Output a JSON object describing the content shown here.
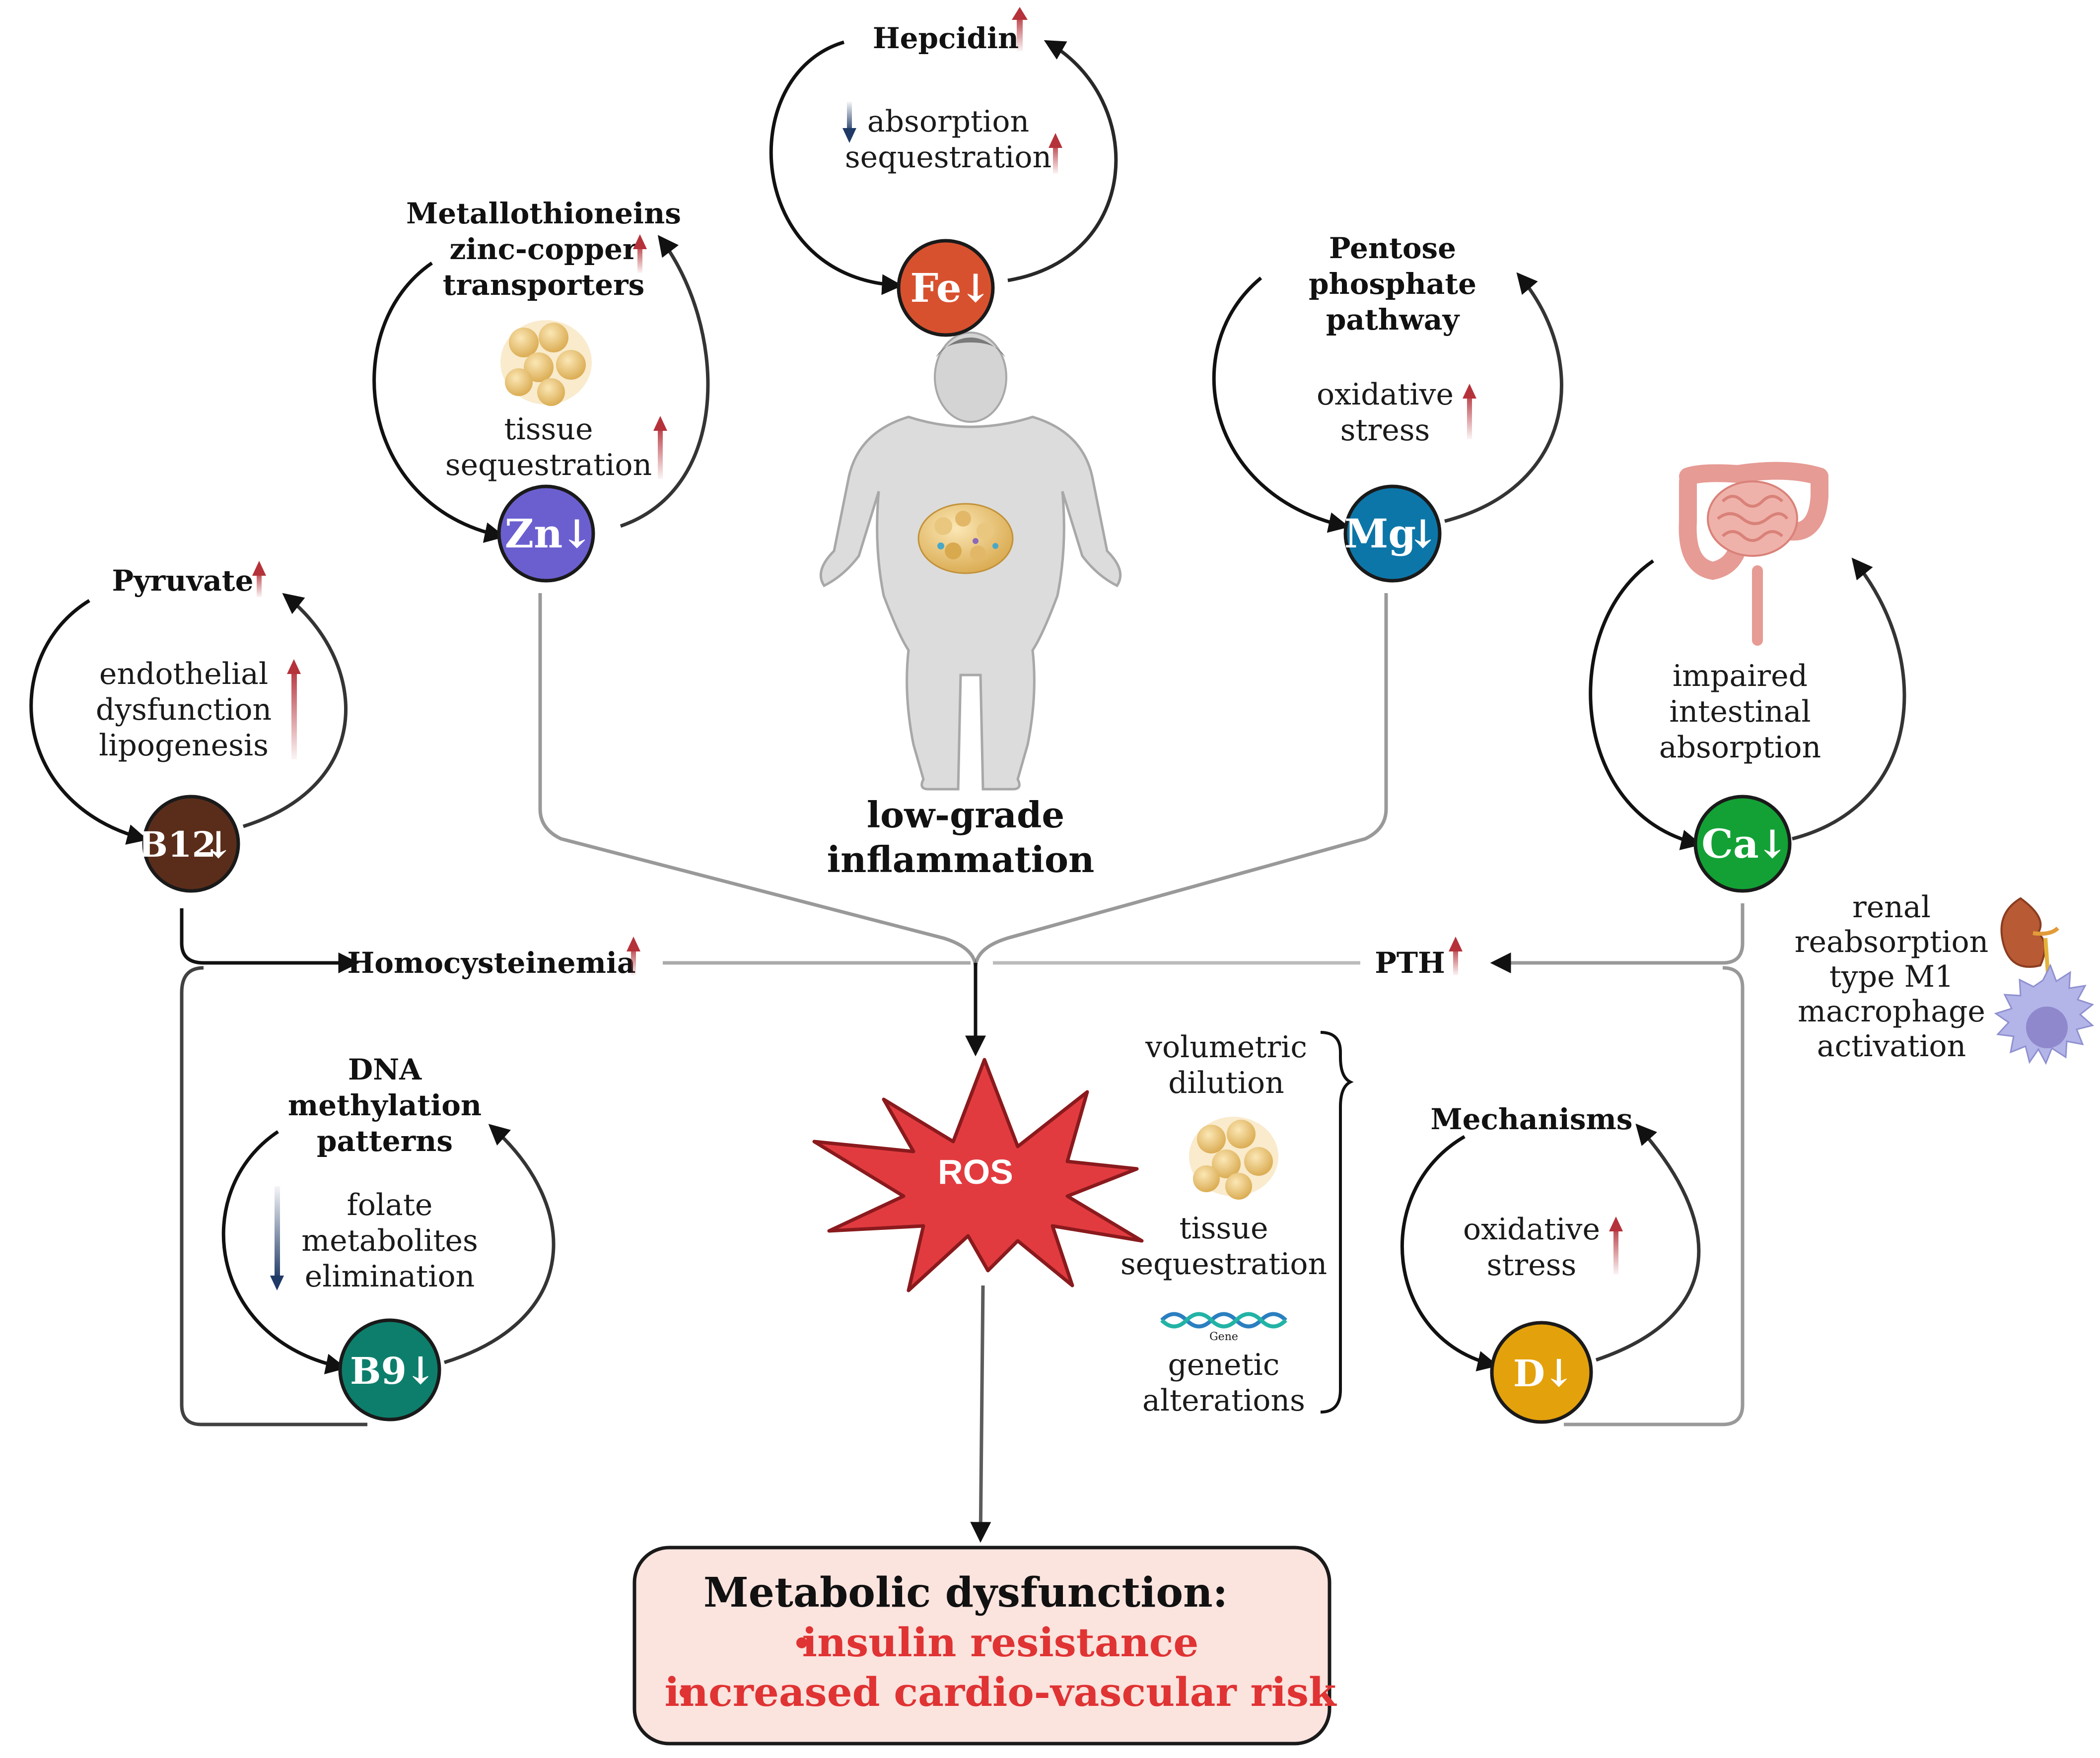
{
  "colors": {
    "up_arrow": "#b5323a",
    "down_arrow": "#1f3a66",
    "fe": "#d8512e",
    "zn": "#6b5fd0",
    "mg": "#0d76a8",
    "ca": "#13a135",
    "b12": "#5a2d1a",
    "b9": "#0d7e6c",
    "d": "#e3a10c",
    "ros": "#e13b40",
    "outcome_bg": "#fbe3de",
    "outcome_text": "#e03333"
  },
  "center": {
    "inflammation_line1": "low-grade",
    "inflammation_line2": "inflammation",
    "icon": "person-body-icon"
  },
  "nutrients": {
    "fe": {
      "label": "Fe"
    },
    "zn": {
      "label": "Zn"
    },
    "mg": {
      "label": "Mg"
    },
    "ca": {
      "label": "Ca"
    },
    "b12": {
      "label": "B12"
    },
    "b9": {
      "label": "B9"
    },
    "d": {
      "label": "D"
    }
  },
  "fe_cycle": {
    "target": "Hepcidin",
    "line1": "absorption",
    "line2": "sequestration"
  },
  "zn_cycle": {
    "target1": "Metallothioneins",
    "target2": "zinc-copper",
    "target3": "transporters",
    "line1": "tissue",
    "line2": "sequestration",
    "icon": "adipose-tissue-icon"
  },
  "mg_cycle": {
    "target1": "Pentose",
    "target2": "phosphate",
    "target3": "pathway",
    "line1": "oxidative",
    "line2": "stress"
  },
  "ca_cycle": {
    "line1": "impaired",
    "line2": "intestinal",
    "line3": "absorption",
    "icon": "intestine-icon"
  },
  "ca_side": {
    "line1": "renal",
    "line2": "reabsorption",
    "line3": "type M1",
    "line4": "macrophage",
    "line5": "activation",
    "icon1": "kidney-icon",
    "icon2": "macrophage-icon"
  },
  "b12_cycle": {
    "target": "Pyruvate",
    "line1": "endothelial",
    "line2": "dysfunction",
    "line3": "lipogenesis"
  },
  "b9_cycle": {
    "target1": "DNA",
    "target2": "methylation",
    "target3": "patterns",
    "line1": "folate",
    "line2": "metabolites",
    "line3": "elimination"
  },
  "d_cycle": {
    "target": "Mechanisms",
    "line1": "oxidative",
    "line2": "stress"
  },
  "homocysteinemia": "Homocysteinemia",
  "pth": "PTH",
  "ros": "ROS",
  "mechanisms_list": {
    "item1_line1": "volumetric",
    "item1_line2": "dilution",
    "item2_line1": "tissue",
    "item2_line2": "sequestration",
    "item3_line1": "genetic",
    "item3_line2": "alterations",
    "gene_label": "Gene",
    "icon1": "adipose-tissue-icon",
    "icon2": "dna-gene-icon"
  },
  "outcome": {
    "title": "Metabolic dysfunction:",
    "items": [
      "insulin resistance",
      "increased cardio-vascular risk"
    ]
  }
}
